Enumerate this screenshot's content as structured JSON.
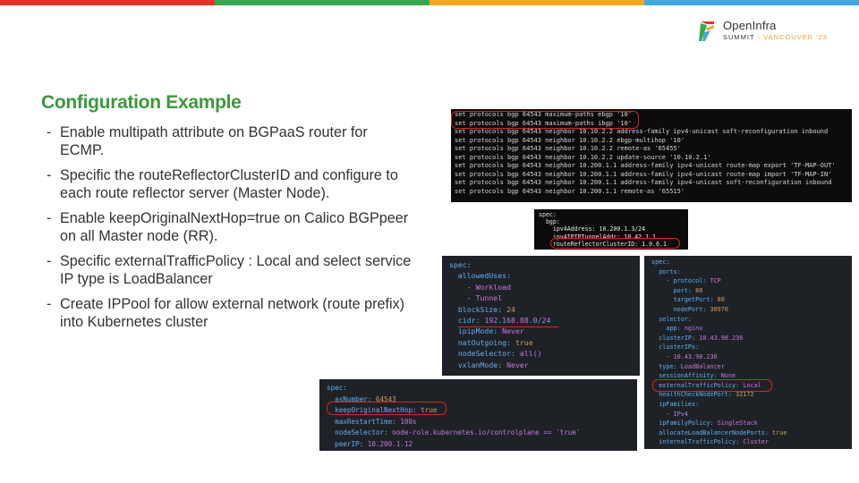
{
  "brand": {
    "colors": [
      "#e63329",
      "#36a852",
      "#f5a623",
      "#3fa9e0"
    ],
    "logo_name": "OpenInfra",
    "logo_line_1": "SUMMIT",
    "logo_sep": " › ",
    "logo_line_2": "VANCOUVER '23"
  },
  "slide": {
    "title": "Configuration Example",
    "bullets": [
      "Enable multipath attribute on BGPaaS router for ECMP.",
      "Specific the routeReflectorClusterID and configure to each route reflector server (Master Node).",
      "Enable keepOriginalNextHop=true on Calico BGPpeer on all Master node (RR).",
      "Specific externalTrafficPolicy : Local and select service IP type is LoadBalancer",
      "Create IPPool for allow external network (route prefix) into Kubernetes cluster"
    ]
  },
  "cli_lines": [
    "set protocols bgp 64543 maximum-paths ebgp '10'",
    "set protocols bgp 64543 maximum-paths ibgp '10'",
    "set protocols bgp 64543 neighbor 10.10.2.2 address-family ipv4-unicast soft-reconfiguration inbound",
    "set protocols bgp 64543 neighbor 10.10.2.2 ebgp-multihop '10'",
    "set protocols bgp 64543 neighbor 10.10.2.2 remote-as '65455'",
    "set protocols bgp 64543 neighbor 10.10.2.2 update-source '10.10.2.1'",
    "set protocols bgp 64543 neighbor 10.200.1.1 address-family ipv4-unicast route-map export 'TF-MAP-OUT'",
    "set protocols bgp 64543 neighbor 10.200.1.1 address-family ipv4-unicast route-map import 'TF-MAP-IN'",
    "set protocols bgp 64543 neighbor 10.200.1.1 address-family ipv4-unicast soft-reconfiguration inbound",
    "set protocols bgp 64543 neighbor 10.200.1.1 remote-as '65515'"
  ],
  "bgp_config": {
    "l1": "spec:",
    "l2": "  bgp:",
    "l3": "    ipv4Address: 10.200.1.3/24",
    "l4": "    ipv4IPIPTunnelAddr: 10.42.1.1",
    "l5": "    routeReflectorClusterID: 1.0.0.1"
  },
  "ippool": {
    "spec": "spec:",
    "allowedUses": "allowedUses:",
    "use1": "Workload",
    "use2": "Tunnel",
    "blockSize_k": "blockSize:",
    "blockSize_v": "24",
    "cidr_k": "cidr:",
    "cidr_v": "192.168.88.0/24",
    "ipipMode_k": "ipipMode:",
    "ipipMode_v": "Never",
    "natOutgoing_k": "natOutgoing:",
    "natOutgoing_v": "true",
    "nodeSelector_k": "nodeSelector:",
    "nodeSelector_v": "all()",
    "vxlanMode_k": "vxlanMode:",
    "vxlanMode_v": "Never"
  },
  "service": {
    "spec": "spec:",
    "ports": "ports:",
    "protocol_k": "protocol:",
    "protocol_v": "TCP",
    "port_k": "port:",
    "port_v": "80",
    "targetPort_k": "targetPort:",
    "targetPort_v": "80",
    "nodePort_k": "nodePort:",
    "nodePort_v": "30970",
    "selector": "selector:",
    "app_k": "app:",
    "app_v": "nginx",
    "clusterIP_k": "clusterIP:",
    "clusterIP_v": "10.43.98.236",
    "clusterIPs": "clusterIPs:",
    "clusterIPs_v": "10.43.98.236",
    "type_k": "type:",
    "type_v": "LoadBalancer",
    "sessionAffinity_k": "sessionAffinity:",
    "sessionAffinity_v": "None",
    "etp_k": "externalTrafficPolicy:",
    "etp_v": "Local",
    "hcnp_k": "healthCheckNodePort:",
    "hcnp_v": "32172",
    "ipFamilies": "ipFamilies:",
    "ipFamilies_v": "IPv4",
    "ipFamilyPolicy_k": "ipFamilyPolicy:",
    "ipFamilyPolicy_v": "SingleStack",
    "alb_k": "allocateLoadBalancerNodePorts:",
    "alb_v": "true",
    "itp_k": "internalTrafficPolicy:",
    "itp_v": "Cluster"
  },
  "bgppeer": {
    "spec": "spec:",
    "asNumber_k": "asNumber:",
    "asNumber_v": "64543",
    "konh_k": "keepOriginalNextHop:",
    "konh_v": "true",
    "mrt_k": "maxRestartTime:",
    "mrt_v": "100s",
    "ns_k": "nodeSelector:",
    "ns_v": "node-role.kubernetes.io/controlplane == 'true'",
    "peerIP_k": "peerIP:",
    "peerIP_v": "10.200.1.12"
  }
}
